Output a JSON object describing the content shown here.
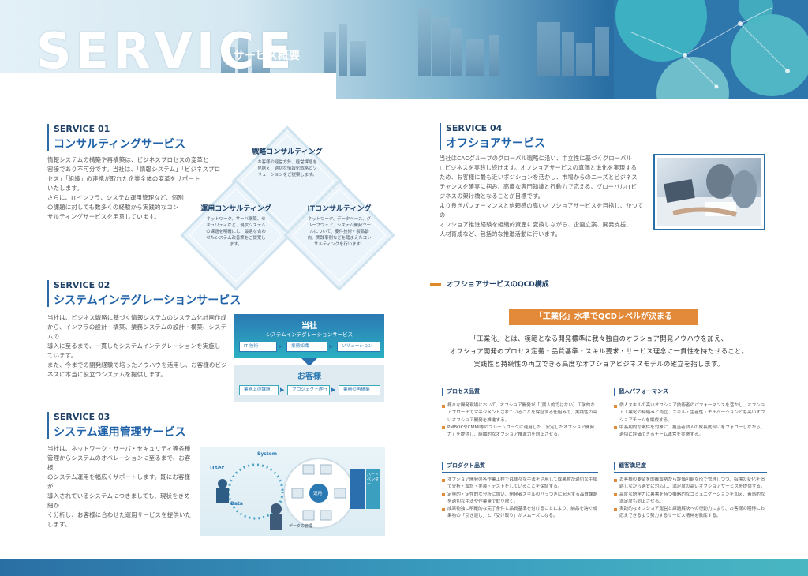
{
  "header": {
    "title": "SERVICE",
    "subtitle": "サービス概要"
  },
  "s1": {
    "num_label": "SERVICE",
    "num": "01",
    "name": "コンサルティングサービス",
    "body": [
      "情報システムの構築や再構築は、ビジネスプロセスの変革と",
      "密接であり不可分です。当社は、「情報システム」「ビジネスプロ",
      "セス」「組織」の連携が取れた企業全体の変革をサポート",
      "いたします。",
      "さらに、ITインフラ、システム運用管理など、個別",
      "の課題に対しても数多くの経験から実践的なコン",
      "サルティングサービスを用意しています。"
    ],
    "diamonds": [
      {
        "title": "戦略コンサルティング",
        "text": "お客様の経営方針、経営課題を見据え、適切な情報化戦略とソリューションをご提案します。"
      },
      {
        "title": "運用コンサルティング",
        "text": "ネットワーク、サーバ構築、セキュリティなど、現状システムの課題を明確にし、最適な合わせたシステム改善策をご提案します。"
      },
      {
        "title": "ITコンサルティング",
        "text": "ネットワーク、データベース、グループウェア、システム開発ツールについて、要件技術・製品動向、実践事例などを踏まえたコンサルティングを行います。"
      }
    ]
  },
  "s2": {
    "num_label": "SERVICE",
    "num": "02",
    "name": "システムインテグレーションサービス",
    "body": [
      "当社は、ビジネス戦略に基づく情報システムのシステム化計画作成",
      "から、インフラの設計・構築、業務システムの設計・構築、システムの",
      "導入に至るまで、一貫したシステムインテグレーションを実施し",
      "ています。",
      "また、今までの開発経験で培ったノウハウを活用し、お客様のビジ",
      "ネスに本当に役立つシステムを提供します。"
    ],
    "diagram": {
      "top_title": "当社",
      "top_sub": "システムインテグレーションサービス",
      "top_chips": [
        "IT 技術",
        "業務知識",
        "ソリューション"
      ],
      "bottom_title": "お客様",
      "bottom_chips": [
        "業務上の課題",
        "プロジェクト遂行",
        "業務の再構築"
      ]
    }
  },
  "s3": {
    "num_label": "SERVICE",
    "num": "03",
    "name": "システム運用管理サービス",
    "body": [
      "当社は、ネットワーク・サーバ・セキュリティ等各種",
      "管理からシステムのオペレーションに至るまで、お客様",
      "のシステム運用を幅広くサポートします。既にお客様が",
      "導入されているシステムにつきましても、現状をきめ細か",
      "く分析し、お客様に合わせた運用サービスを提供いた",
      "します。"
    ],
    "diagram": {
      "labels": [
        "User",
        "System",
        "Data",
        "運用",
        "データの管理",
        "ハードベンダー"
      ]
    }
  },
  "s4": {
    "num_label": "SERVICE",
    "num": "04",
    "name": "オフショアサービス",
    "body": [
      "当社はCACグループのグローバル戦略に沿い、中立性に基づくグローバル",
      "ITビジネスを実践し続けます。オフショアサービスの真価と進化を実現する",
      "ため、お客様に最も近いポジションを活かし、市場からのニーズとビジネス",
      "チャンスを確実に掴み、高度な専門知識と行動力で応える、グローバルITビ",
      "ジネスの架け橋となることが目標です。",
      "より良きパフォーマンスと信頼感の高いオフショアサービスを目指し、かつての",
      "オフショア推進経験を組織的資産に変換しながら、企画立案、開発支援、",
      "人材育成など、包括的な推進活動に行います。"
    ]
  },
  "qcd": {
    "heading": "オフショアサービスのQCD構成",
    "band": "「工業化」水準でQCDレベルが決まる",
    "lead": [
      "「工業化」とは、模範となる開発標準に我々独自のオフショア開発ノウハウを加え、",
      "オフショア開発のプロセス定義・品質基準・スキル要求・サービス理念に一貫性を持たせること。",
      "実践性と持続性の両立できる高度なオフショアビジネスモデルの確立を指します。"
    ],
    "boxes": [
      {
        "title": "プロセス品質",
        "items": [
          "様々な開発現場において、オフショア開発が「（属人的ではない）工学的なアプローチでマネジメントされていることを保証する仕組みで、実践性の高いオフショア開発を推進する。",
          "PMBOKやCMMI等のフレームワークに適用した「安定したオフショア開発力」を提供し、組織的なオフショア推進力を向上させる。"
        ]
      },
      {
        "title": "個人パフォーマンス",
        "items": [
          "個人スキルの高いオフショア技術者のパフォーマンスを活かし、オフショア工業化の枠組みと両立、スキル・生産性・モチベーションとも高いオフショアチームを編成する。",
          "中長期的な案件を対象に、担当者個人の成長度合いをフォローしながら、適切に評価できるチーム運営を実施する。"
        ]
      },
      {
        "title": "プロダクト品質",
        "items": [
          "オフショア開発の各作業工程では様々な手法を活用して成果物が適切な手順で分析・設計・実装・テストをしていることを保証する。",
          "定量的・定性的な分析に加い、開発者スキルのバラつきに起因する品質課題を適切な手法や作業量で取り除く。",
          "成果物独に明確的な完了条件と品質基準を付けることにより、納品を跨ぐ成果物の「引き渡し」と「受け取り」がスムーズになる。"
        ]
      },
      {
        "title": "顧客満足度",
        "items": [
          "お客様の要望を的確設勢から評価可能な形で管理しつつ、指標の変化を追跡しながら適宜に対応し、満足度の高いオフショアサービスを提供する。",
          "高度な語学力に裏書を持つ機略的なコミュニケーションを加え、素感的な満足度も向上させる。",
          "実践的なオフショア運営と課題解決への行動力により、お客様の期待にお応えできるよう努力するサービス精神を徹底する。"
        ]
      }
    ]
  }
}
